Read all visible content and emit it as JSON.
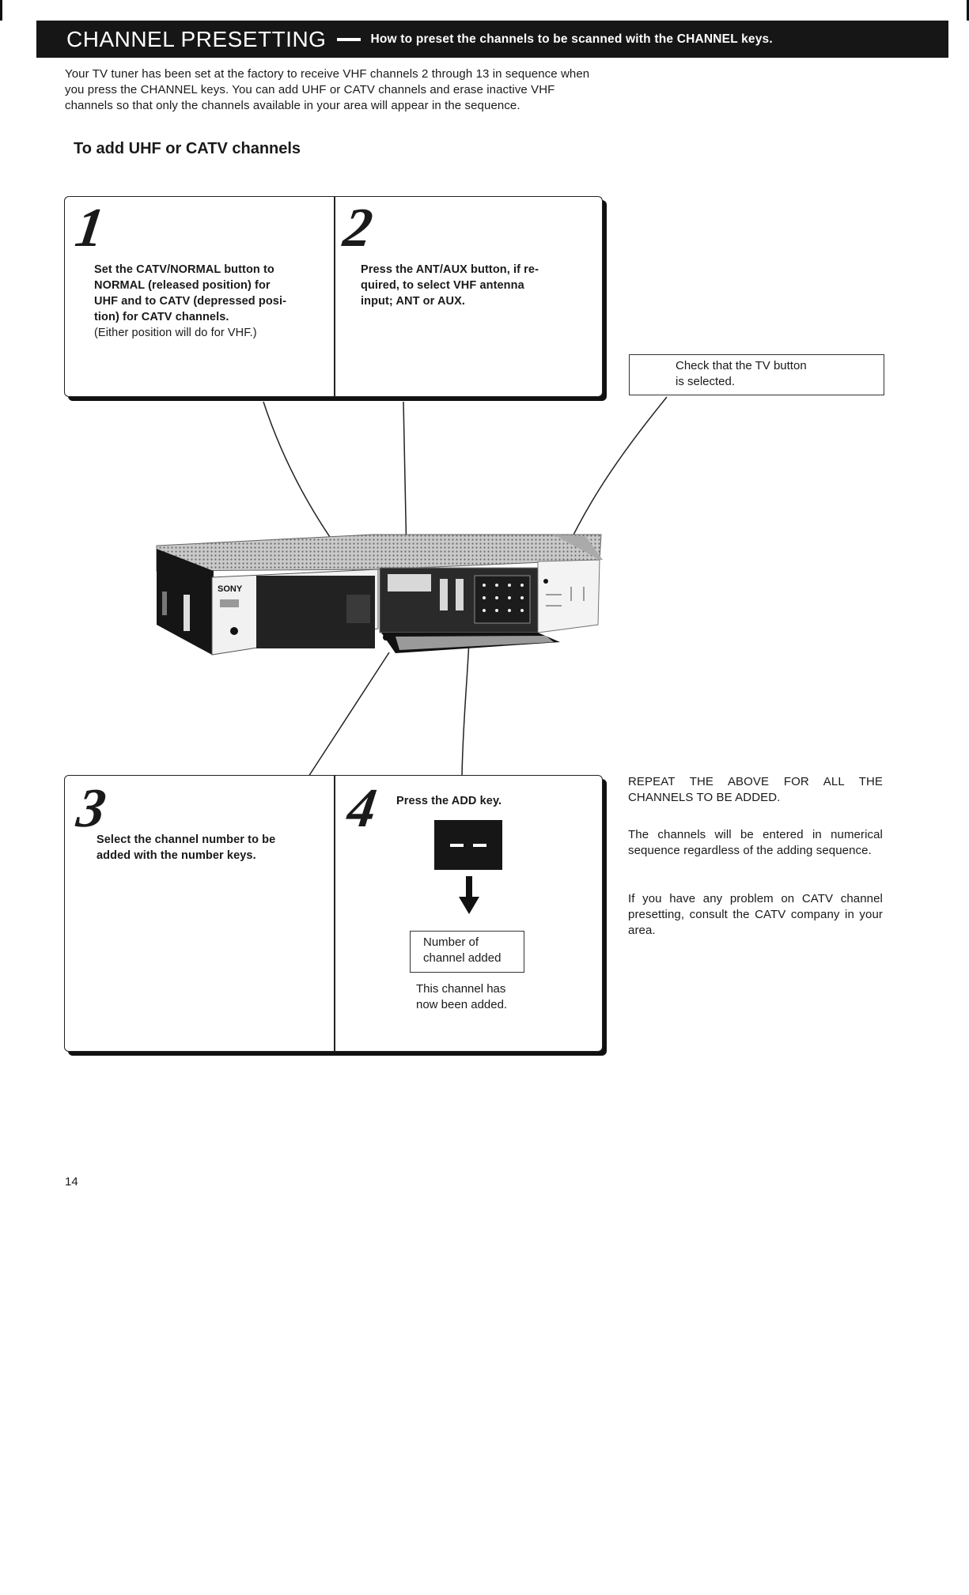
{
  "header": {
    "title": "CHANNEL PRESETTING",
    "subtitle": "How to preset the channels to be scanned with the CHANNEL keys."
  },
  "intro": "Your TV tuner has been set at the factory to receive VHF channels 2 through 13 in sequence when you press the CHANNEL keys. You can add UHF or CATV channels and erase inactive VHF channels so that only the channels available in your area will appear in the sequence.",
  "section_heading": "To add UHF or CATV channels",
  "steps": [
    {
      "number": "1",
      "lines": [
        "Set the CATV/NORMAL button to",
        "NORMAL (released position) for",
        "UHF and to CATV (depressed posi-",
        "tion) for CATV channels."
      ],
      "note": "(Either position will do for VHF.)"
    },
    {
      "number": "2",
      "lines": [
        "Press the ANT/AUX button, if re-",
        "quired, to select VHF antenna",
        "input; ANT or AUX."
      ]
    },
    {
      "number": "3",
      "lines": [
        "Select the channel number to be",
        "added with the number keys."
      ]
    },
    {
      "number": "4",
      "text": "Press the ADD key.",
      "display_label": [
        "Number of",
        "channel added"
      ],
      "result": [
        "This channel has",
        "now been added."
      ]
    }
  ],
  "callout": [
    "Check that the TV button",
    "is selected."
  ],
  "device": {
    "brand": "SONY"
  },
  "side_notes": [
    "REPEAT THE ABOVE FOR ALL THE CHANNELS TO BE ADDED.",
    "The channels will be entered in numerical sequence regardless of the adding sequence.",
    "If you have any problem on CATV channel presetting, consult the CATV company in your area."
  ],
  "page_number": "14"
}
